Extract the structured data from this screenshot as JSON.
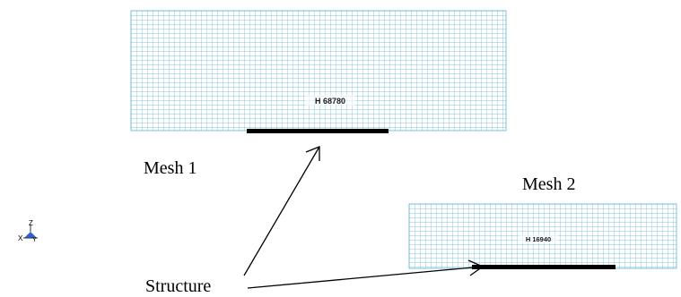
{
  "mesh1": {
    "label": "Mesh 1",
    "element_tag": "H 68780",
    "grid_color": "#5fb3d6"
  },
  "mesh2": {
    "label": "Mesh 2",
    "element_tag": "H 16940",
    "grid_color": "#5fb3d6"
  },
  "structure": {
    "label": "Structure",
    "color": "#000000"
  },
  "triad": {
    "axis_z": "Z",
    "axis_x": "X",
    "axis_y": "Y",
    "icon": "axis-triad-icon",
    "fill_color": "#2f5fd0"
  }
}
